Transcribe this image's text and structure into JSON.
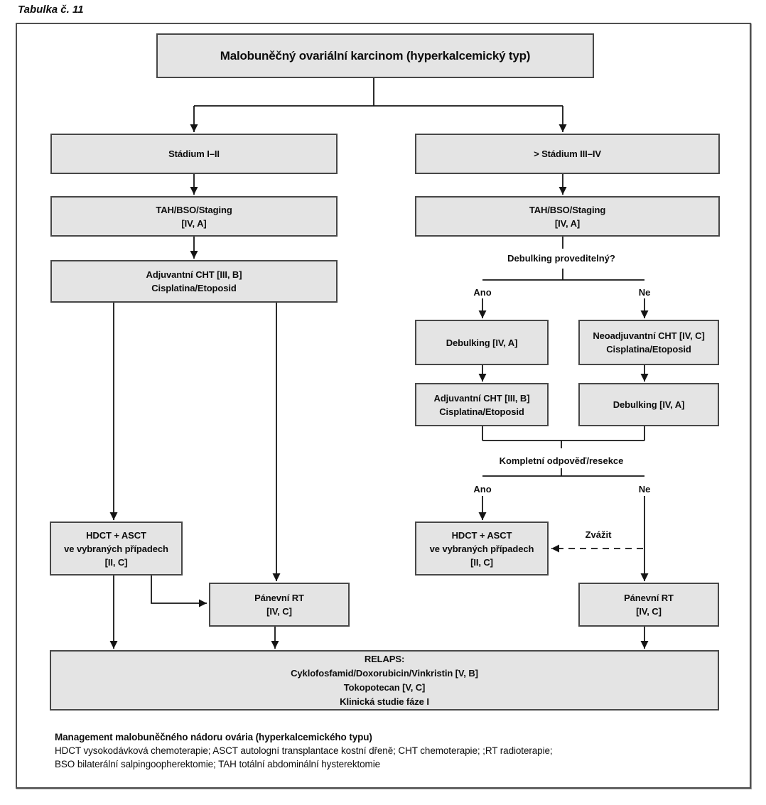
{
  "caption": "Tabulka č. 11",
  "nodes": {
    "root": {
      "lines": [
        "Malobuněčný ovariální karcinom (hyperkalcemický typ)"
      ]
    },
    "stage_1_2": {
      "lines": [
        "Stádium I–II"
      ]
    },
    "tah_left": {
      "lines": [
        "TAH/BSO/Staging",
        "[IV, A]"
      ]
    },
    "adj_left": {
      "lines": [
        "Adjuvantní CHT [III, B]",
        "Cisplatina/Etoposid"
      ]
    },
    "stage_3_4": {
      "lines": [
        "> Stádium III–IV"
      ]
    },
    "tah_right": {
      "lines": [
        "TAH/BSO/Staging",
        "[IV, A]"
      ]
    },
    "debulking_a": {
      "lines": [
        "Debulking [IV, A]"
      ]
    },
    "neoadj": {
      "lines": [
        "Neoadjuvantní CHT [IV, C]",
        "Cisplatina/Etoposid"
      ]
    },
    "adj_right": {
      "lines": [
        "Adjuvantní CHT [III, B]",
        "Cisplatina/Etoposid"
      ]
    },
    "debulking_b": {
      "lines": [
        "Debulking [IV, A]"
      ]
    },
    "hdct_left": {
      "lines": [
        "HDCT + ASCT",
        "ve vybraných případech",
        "[II, C]"
      ]
    },
    "rt_left": {
      "lines": [
        "Pánevní RT",
        "[IV, C]"
      ]
    },
    "hdct_right": {
      "lines": [
        "HDCT + ASCT",
        "ve vybraných případech",
        "[II, C]"
      ]
    },
    "rt_right": {
      "lines": [
        "Pánevní RT",
        "[IV, C]"
      ]
    },
    "relaps": {
      "lines": [
        "RELAPS:",
        "Cyklofosfamid/Doxorubicin/Vinkristin [V, B]",
        "Tokopotecan [V, C]",
        "Klinická studie fáze I"
      ]
    }
  },
  "labels": {
    "debulking_question": "Debulking proveditelný?",
    "ano_1": "Ano",
    "ne_1": "Ne",
    "complete_response": "Kompletní odpověď/resekce",
    "ano_2": "Ano",
    "ne_2": "Ne",
    "zvazit": "Zvážit"
  },
  "footer": {
    "title": "Management malobuněčného nádoru ovária (hyperkalcemického typu)",
    "abbrev_line_1": "HDCT vysokodávková chemoterapie; ASCT autologní transplantace kostní dřeně; CHT chemoterapie; ;RT radioterapie;",
    "abbrev_line_2": "BSO bilaterální salpingoopherektomie; TAH totální abdominální hysterektomie"
  },
  "colors": {
    "node_fill": "#e4e4e4",
    "node_border": "#474747",
    "edge": "#141414"
  }
}
